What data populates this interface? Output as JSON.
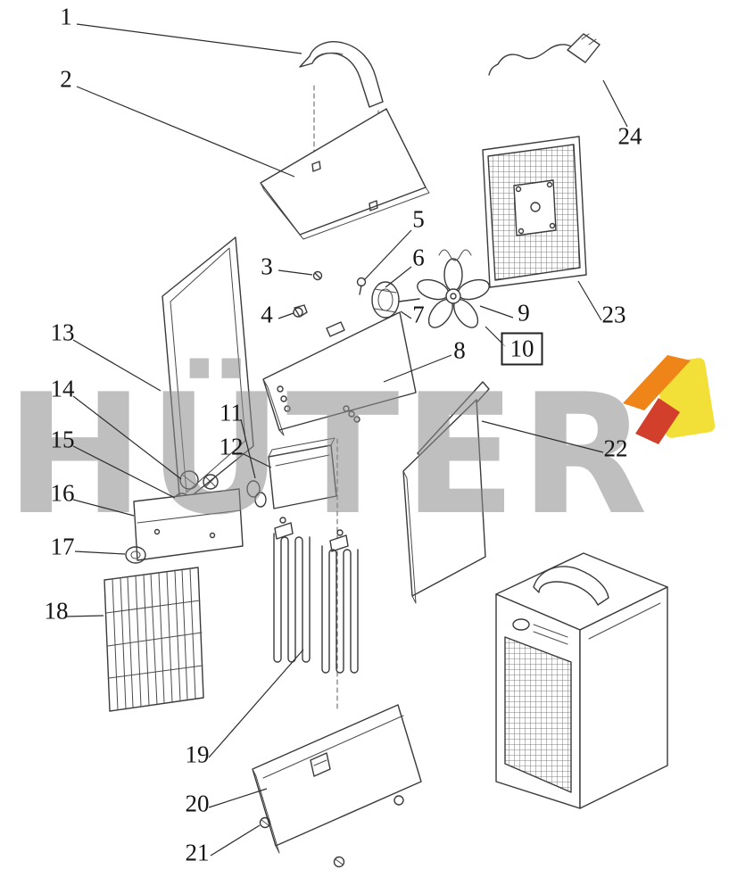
{
  "watermark": {
    "text": "HÜTER",
    "color": "#8c8c8c",
    "colors": {
      "orange": "#ef8418",
      "yellow": "#f2df38",
      "red": "#d2402c"
    }
  },
  "labels": [
    "1",
    "2",
    "3",
    "4",
    "5",
    "6",
    "7",
    "8",
    "9",
    "10",
    "11",
    "12",
    "13",
    "14",
    "15",
    "16",
    "17",
    "18",
    "19",
    "20",
    "21",
    "22",
    "23",
    "24"
  ]
}
